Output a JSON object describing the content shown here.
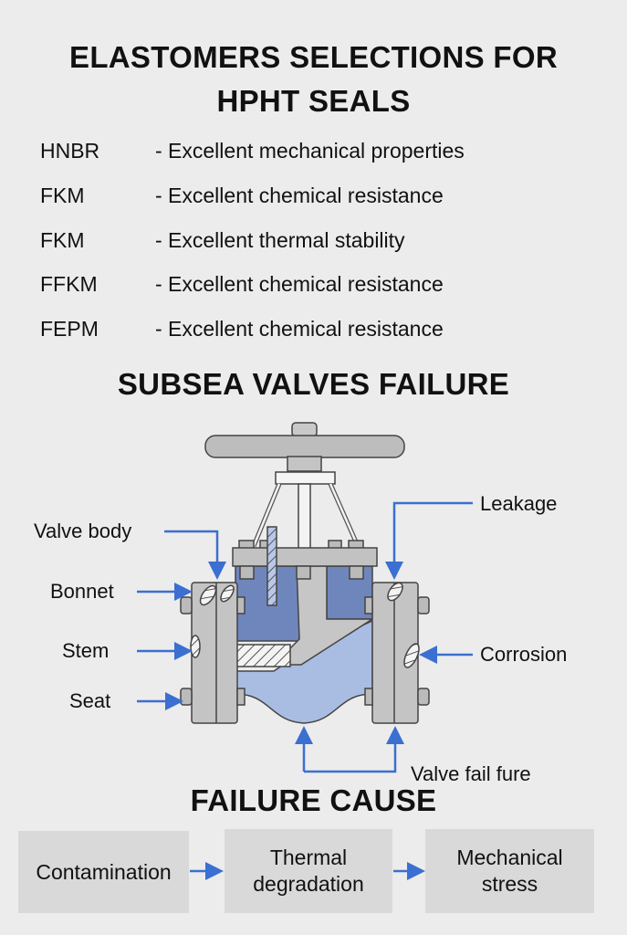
{
  "title": {
    "line1": "ELASTOMERS SELECTIONS FOR",
    "line2": "HPHT SEALS"
  },
  "elastomers": [
    {
      "name": "HNBR",
      "description": "- Excellent mechanical properties"
    },
    {
      "name": "FKM",
      "description": "- Excellent chemical resistance"
    },
    {
      "name": "FKM",
      "description": "- Excellent thermal stability"
    },
    {
      "name": "FFKM",
      "description": "- Excellent chemical resistance"
    },
    {
      "name": "FEPM",
      "description": "- Excellent chemical resistance"
    }
  ],
  "valve_section": {
    "title": "SUBSEA VALVES FAILURE",
    "labels": {
      "valve_body": "Valve body",
      "bonnet": "Bonnet",
      "stem": "Stem",
      "seat": "Seat",
      "leakage": "Leakage",
      "corrosion": "Corrosion",
      "valve_failure": "Valve fail fure"
    },
    "arrow_color": "#3b6fd1"
  },
  "failure_cause": {
    "title": "FAILURE CAUSE",
    "steps": [
      "Contamination",
      "Thermal degradation",
      "Mechanical stress"
    ]
  }
}
